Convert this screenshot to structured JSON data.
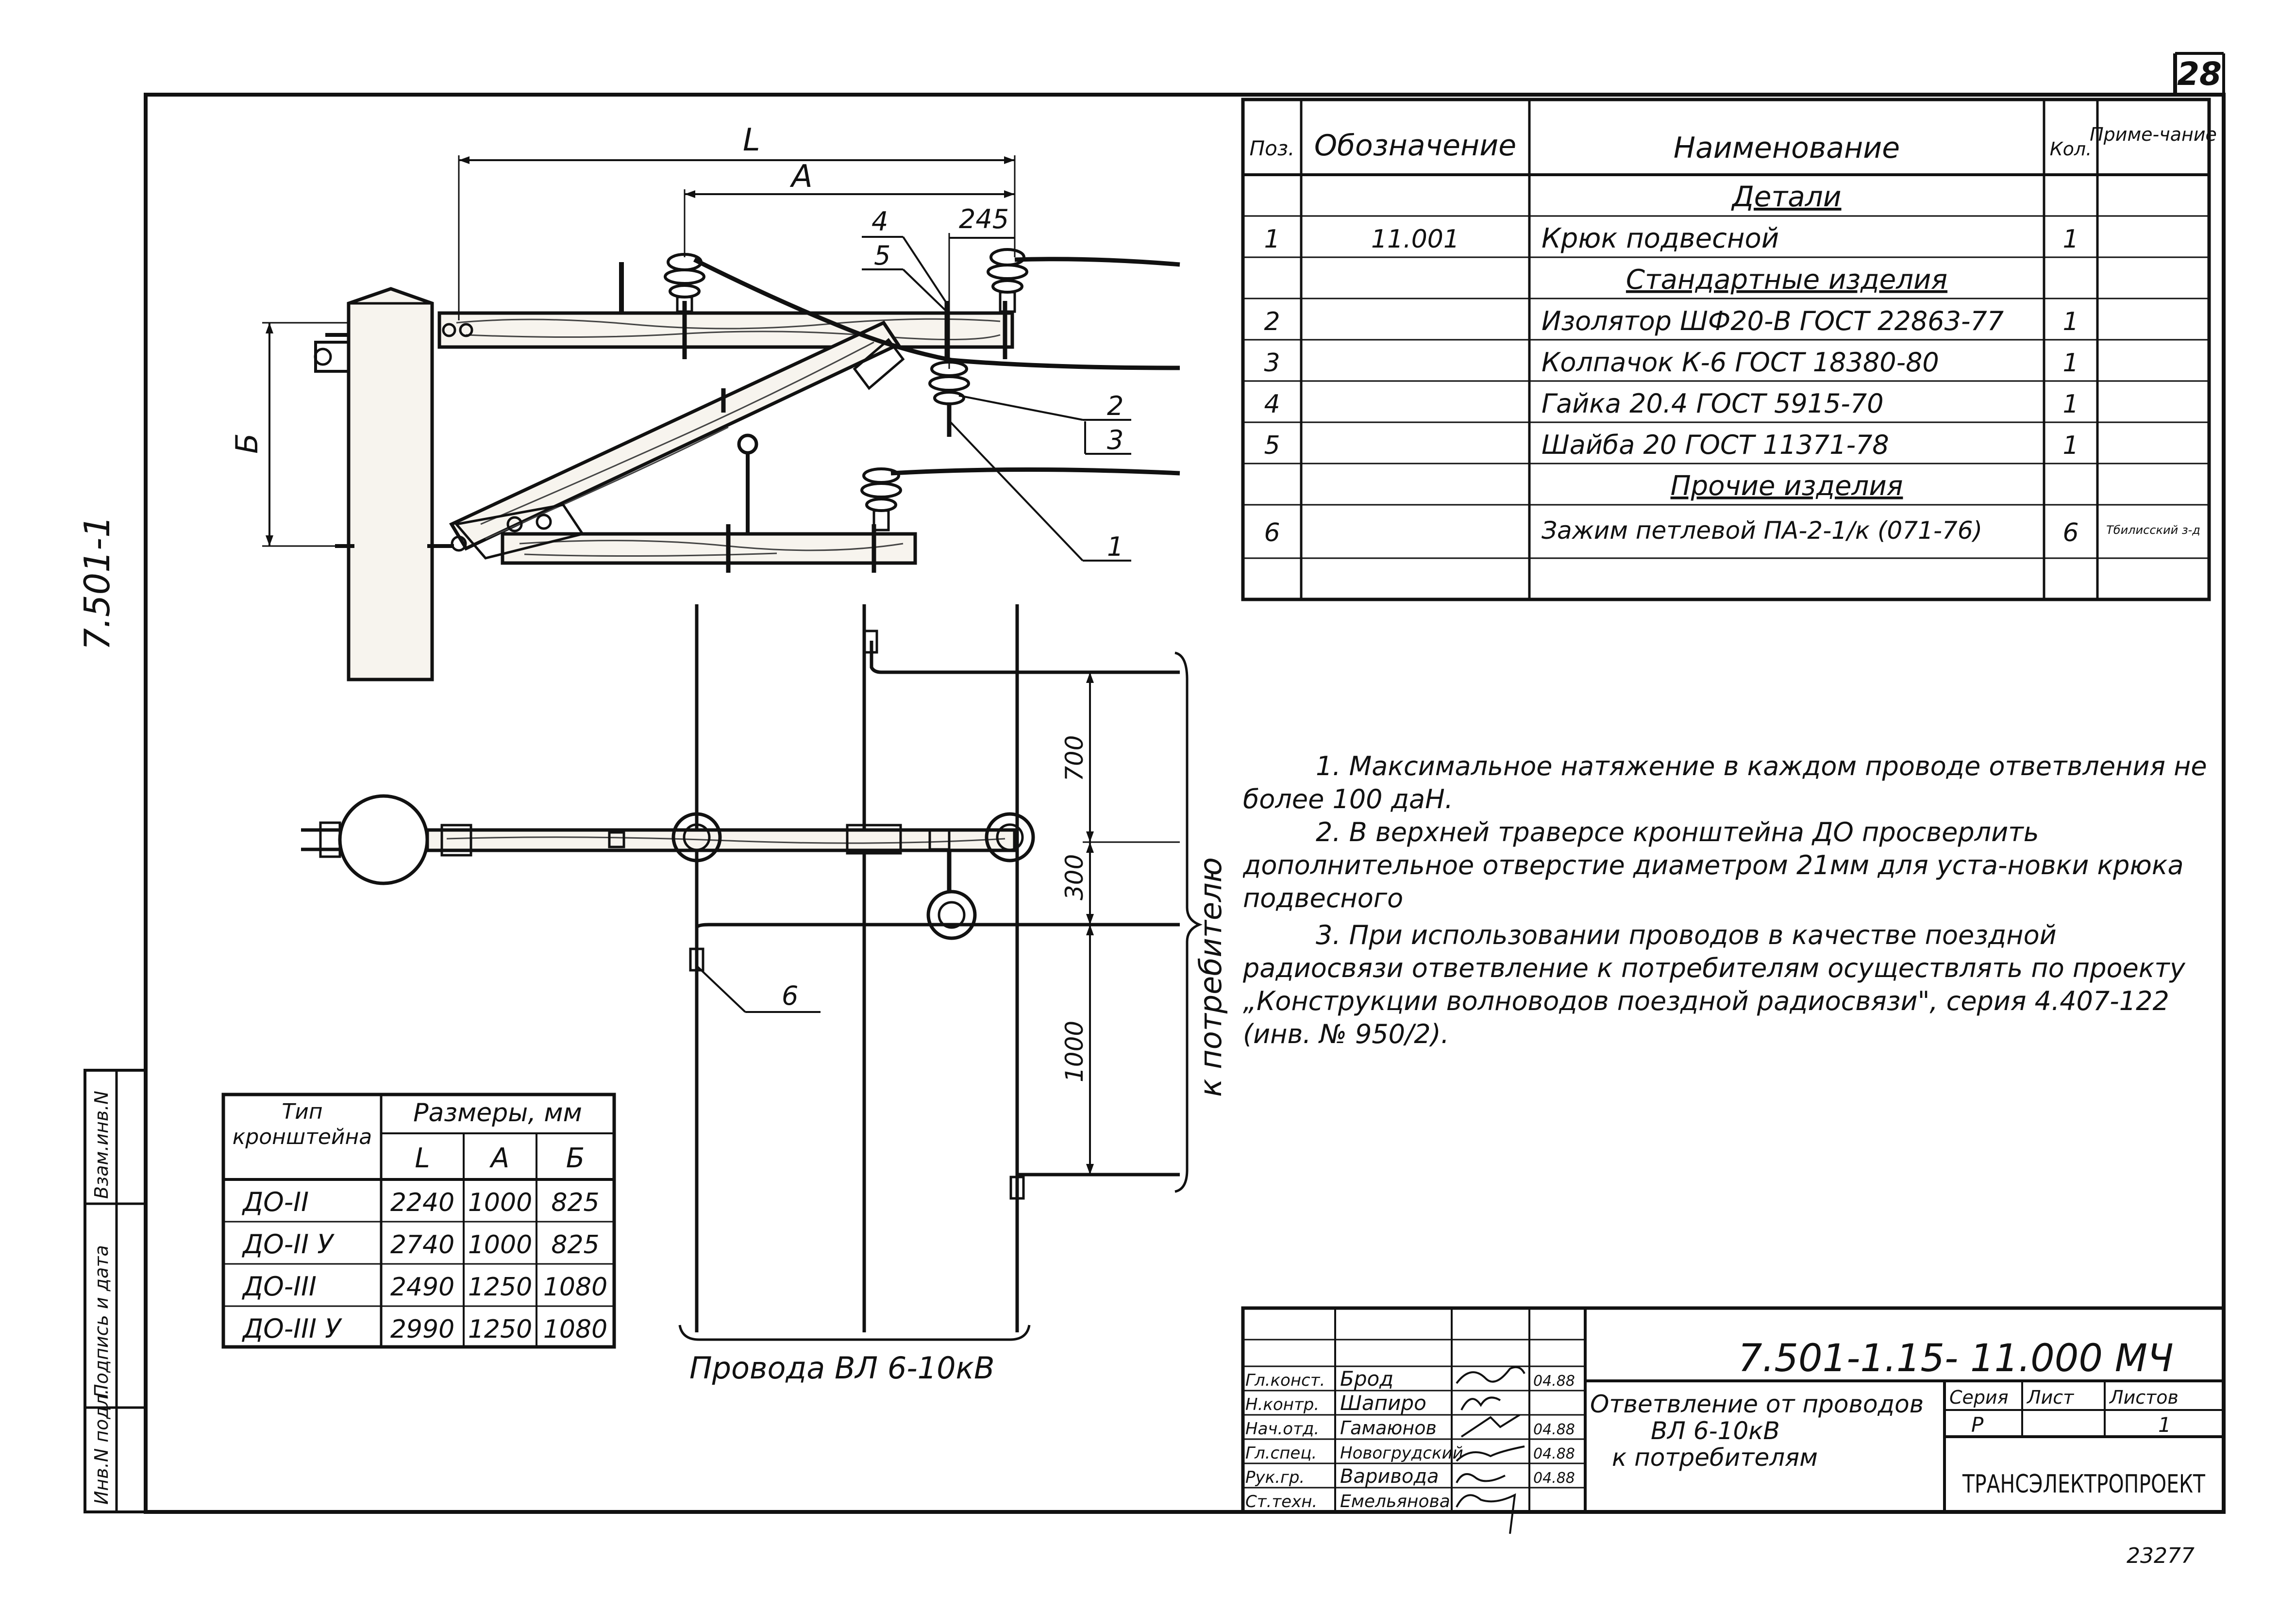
{
  "sheet": {
    "number": "28",
    "side_code": "7.501-1",
    "archive_no": "23277",
    "designation": "7.501-1.15- 11.000 МЧ",
    "title_lines": [
      "Ответвление от проводов",
      "ВЛ 6-10кВ",
      "к потребителям"
    ],
    "organization": "ТРАНСЭЛЕКТРОПРОЕКТ",
    "series_label": "Серия",
    "sheet_label": "Лист",
    "sheets_label": "Листов",
    "stage": "Р",
    "sheets_total": "1"
  },
  "side_stamp": [
    "Инв.N подл.",
    "Подпись и дата",
    "Взам.инв.N"
  ],
  "drawing": {
    "dim_L": "L",
    "dim_A": "A",
    "dim_245": "245",
    "dim_B": "Б",
    "callouts": [
      "1",
      "2",
      "3",
      "4",
      "5",
      "6"
    ],
    "dim_700": "700",
    "dim_300": "300",
    "dim_1000": "1000",
    "consumer_label": "к потребителю",
    "wires_label": "Провода  ВЛ  6-10кВ"
  },
  "spec": {
    "headers": [
      "Поз.",
      "Обозначение",
      "Наименование",
      "Кол.",
      "Приме-чание"
    ],
    "rows": [
      {
        "kind": "section",
        "name": "Детали"
      },
      {
        "kind": "item",
        "pos": "1",
        "code": "11.001",
        "name": "Крюк  подвесной",
        "qty": "1",
        "note": ""
      },
      {
        "kind": "section",
        "name": "Стандартные  изделия"
      },
      {
        "kind": "item",
        "pos": "2",
        "code": "",
        "name": "Изолятор ШФ20-В ГОСТ 22863-77",
        "qty": "1",
        "note": ""
      },
      {
        "kind": "item",
        "pos": "3",
        "code": "",
        "name": "Колпачок К-6 ГОСТ 18380-80",
        "qty": "1",
        "note": ""
      },
      {
        "kind": "item",
        "pos": "4",
        "code": "",
        "name": "Гайка  20.4  ГОСТ 5915-70",
        "qty": "1",
        "note": ""
      },
      {
        "kind": "item",
        "pos": "5",
        "code": "",
        "name": "Шайба 20   ГОСТ 11371-78",
        "qty": "1",
        "note": ""
      },
      {
        "kind": "section",
        "name": "Прочие изделия"
      },
      {
        "kind": "item",
        "pos": "6",
        "code": "",
        "name": "Зажим петлевой  ПА-2-1/к (071-76)",
        "qty": "6",
        "note": "Тбилисский з-д"
      },
      {
        "kind": "blank"
      }
    ]
  },
  "notes": [
    "1. Максимальное натяжение в каждом проводе ответвления не более  100 даН.",
    "2. В верхней траверсе кронштейна ДО просверлить дополнительное отверстие  диаметром 21мм для уста-новки крюка подвесного",
    "3. При использовании проводов в качестве поездной радиосвязи ответвление к потребителям осуществлять по проекту „Конструкции волноводов поездной радиосвязи\", серия 4.407-122 (инв. № 950/2)."
  ],
  "dims_table": {
    "header_type": "Тип кронштейна",
    "header_sizes": "Размеры,  мм",
    "cols": [
      "L",
      "A",
      "Б"
    ],
    "rows": [
      {
        "type": "ДО-II",
        "L": "2240",
        "A": "1000",
        "B": "825"
      },
      {
        "type": "ДО-II У",
        "L": "2740",
        "A": "1000",
        "B": "825"
      },
      {
        "type": "ДО-III",
        "L": "2490",
        "A": "1250",
        "B": "1080"
      },
      {
        "type": "ДО-III У",
        "L": "2990",
        "A": "1250",
        "B": "1080"
      }
    ]
  },
  "stamp": {
    "rows": [
      {
        "role": "Гл.конст.",
        "name": "Брод",
        "date": "04.88"
      },
      {
        "role": "Н.контр.",
        "name": "Шапиро",
        "date": ""
      },
      {
        "role": "Нач.отд.",
        "name": "Гамаюнов",
        "date": "04.88"
      },
      {
        "role": "Гл.спец.",
        "name": "Новогрудский",
        "date": "04.88"
      },
      {
        "role": "Рук.гр.",
        "name": "Варивода",
        "date": "04.88"
      },
      {
        "role": "Ст.техн.",
        "name": "Емельянова",
        "date": ""
      }
    ]
  }
}
